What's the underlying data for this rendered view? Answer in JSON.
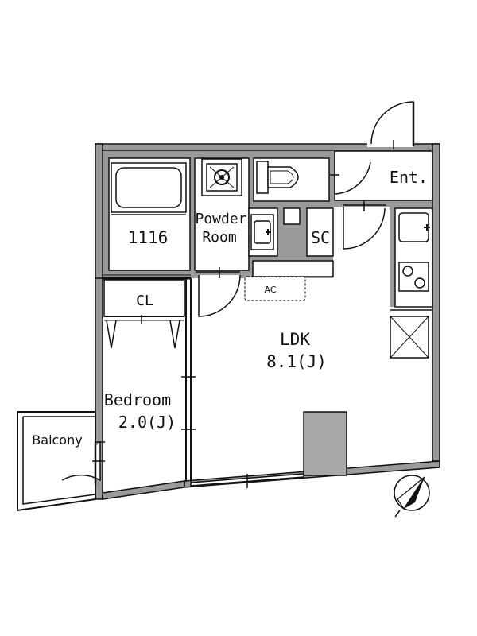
{
  "floor_plan": {
    "rooms": {
      "unit_bath": "1116",
      "powder_room_line1": "Powder",
      "powder_room_line2": "Room",
      "shoe_closet": "SC",
      "entrance": "Ent.",
      "closet": "CL",
      "ac_unit": "AC",
      "ldk_name": "LDK",
      "ldk_size": "8.1(J)",
      "bedroom_name": "Bedroom",
      "bedroom_size": "2.0(J)",
      "balcony": "Balcony"
    },
    "colors": {
      "wall": "#9a9a9a",
      "line": "#111111",
      "pillar": "#a8a8a8",
      "background": "#ffffff"
    }
  }
}
